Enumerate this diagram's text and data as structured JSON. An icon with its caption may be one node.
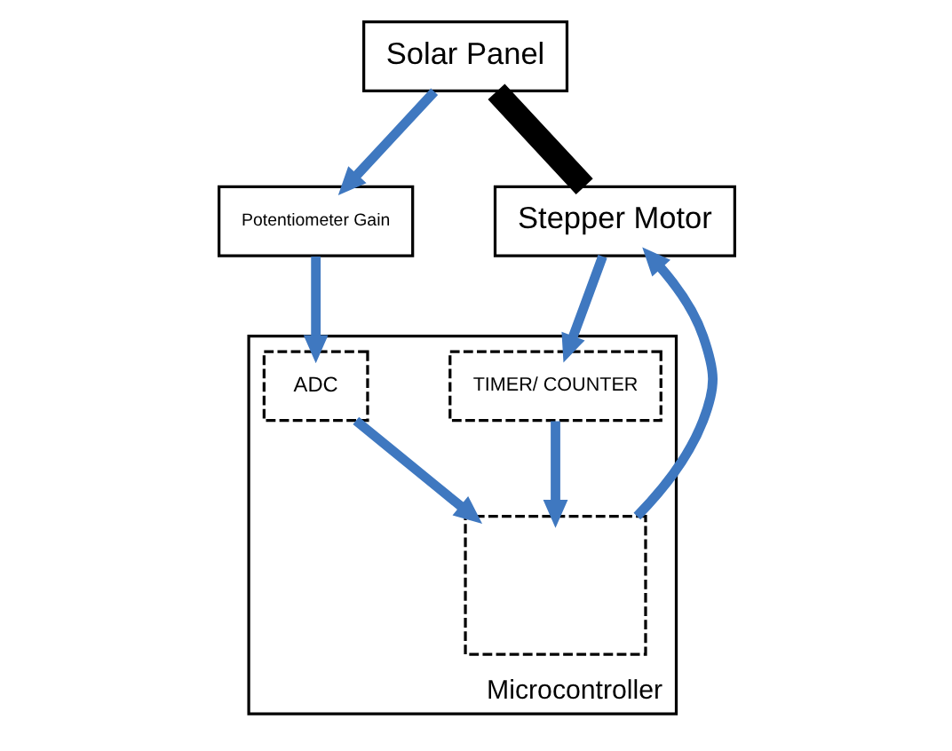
{
  "diagram": {
    "nodes": [
      {
        "text": [
          "Potentiometer Gain"
        ]
      },
      {
        "text": [
          "Solar Panel"
        ]
      },
      {
        "text": [
          "Microcontroller"
        ]
      },
      {
        "text": [
          "ADC"
        ],
        "in": 2
      },
      {
        "text": [
          "TIMER/ COUNTER"
        ],
        "in": 2
      },
      {
        "text": [],
        "shape": "box",
        "in": 2
      },
      {
        "text": [
          "Stepper Motor"
        ]
      }
    ],
    "edges": [
      {
        "from": 1,
        "to": 0,
        "arrow": "to"
      },
      {
        "from": 0,
        "to": 3,
        "arrow": "to"
      },
      {
        "from": 3,
        "to": 5,
        "arrow": "to"
      },
      {
        "from": 4,
        "to": 5,
        "arrow": "to"
      },
      {
        "from": 5,
        "to": 6,
        "arrow": "to"
      },
      {
        "from": 6,
        "to": 4,
        "arrow": "to"
      },
      {
        "from": 1,
        "to": 6,
        "arrow": "none",
        "style": "thick",
        "color": "#000000"
      }
    ]
  }
}
